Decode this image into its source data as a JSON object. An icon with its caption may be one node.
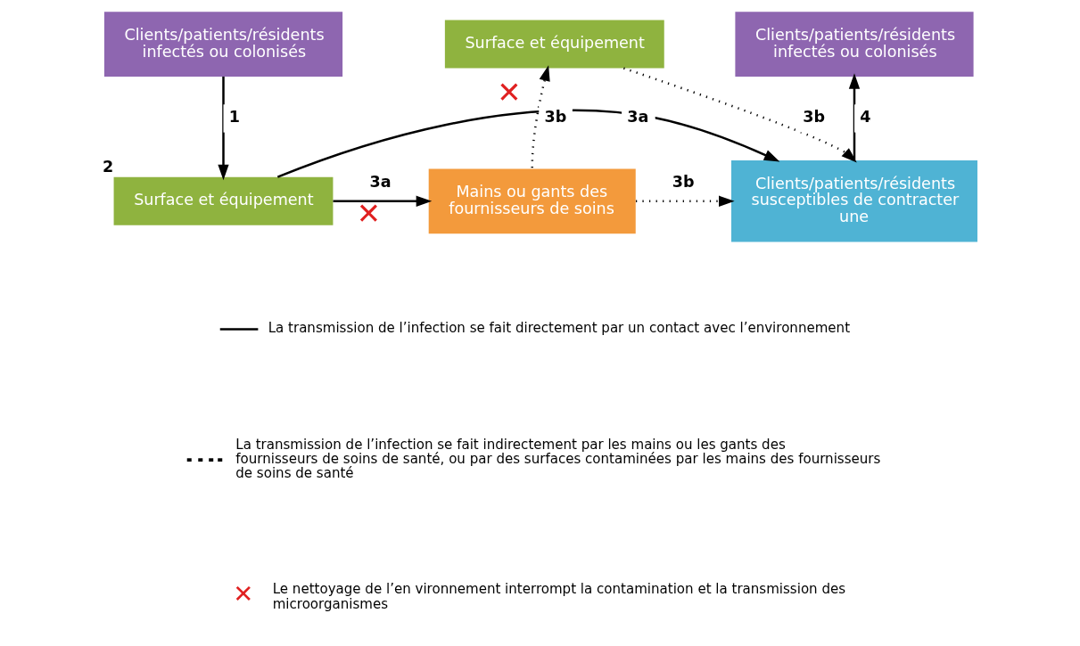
{
  "diagram": {
    "nodes": [
      {
        "text": [
          "Clients/patients/résidents infectés ou colonisés"
        ]
      },
      {
        "text": [
          "Surface et équipement"
        ],
        "beside": [
          "2"
        ]
      },
      {
        "text": [
          "Mains ou gants des fournisseurs de soins"
        ]
      },
      {
        "text": [
          "Surface et équipement"
        ]
      },
      {
        "text": [
          "Clients/patients/résidents susceptibles de contracter une"
        ]
      },
      {
        "text": [
          "Clients/patients/résidents infectés ou colonisés"
        ]
      }
    ],
    "edges": [
      {
        "from": 0,
        "to": 1,
        "arrow": "to",
        "label": "1"
      },
      {
        "from": 1,
        "to": 2,
        "arrow": "to",
        "label": "3a"
      },
      {
        "from": 2,
        "to": 3,
        "arrow": "to",
        "label": "3b",
        "style": "dashed"
      },
      {
        "from": 3,
        "to": 4,
        "arrow": "to",
        "label": "3b",
        "style": "dashed"
      },
      {
        "from": 2,
        "to": 4,
        "arrow": "to",
        "label": "3b",
        "style": "dashed"
      },
      {
        "from": 1,
        "to": 4,
        "arrow": "to",
        "label": "3a"
      },
      {
        "from": 4,
        "to": 5,
        "arrow": "to",
        "label": "4"
      }
    ],
    "labels": [
      "✕",
      "✕",
      "✕"
    ],
    "legend": [
      {
        "text": "La transmission de l’infection se fait directement par un contact avec l’environnement"
      },
      {
        "text": "La transmission de l’infection se fait indirectement par les mains ou les gants des fournisseurs de soins de santé, ou par des surfaces contaminées par les mains des fournisseurs de soins de santé"
      },
      {
        "text": "Le nettoyage de l’en vironnement interrompt la contamination et la transmission des microorganismes"
      }
    ]
  }
}
